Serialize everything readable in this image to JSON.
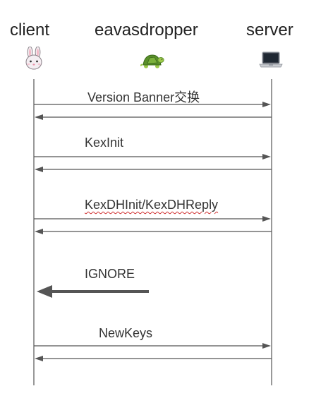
{
  "actors": {
    "client": {
      "label": "client",
      "icon": "rabbit-face-icon"
    },
    "eavesdropper": {
      "label": "eavasdropper",
      "icon": "turtle-icon"
    },
    "server": {
      "label": "server",
      "icon": "laptop-icon"
    }
  },
  "messages": [
    {
      "label": "Version Banner交换",
      "from": "client",
      "to": "server",
      "reply": true
    },
    {
      "label": "KexInit",
      "from": "client",
      "to": "server",
      "reply": true
    },
    {
      "label": "KexDHInit/KexDHReply",
      "from": "client",
      "to": "server",
      "reply": true,
      "spellcheck_underline": true
    },
    {
      "label": "IGNORE",
      "from": "eavesdropper",
      "to": "client",
      "reply": false,
      "emphasis": "bold"
    },
    {
      "label": "NewKeys",
      "from": "client",
      "to": "server",
      "reply": true
    }
  ],
  "colors": {
    "text": "#222222",
    "arrow": "#555555",
    "lifeline": "#333333",
    "spellcheck": "#d03030"
  }
}
